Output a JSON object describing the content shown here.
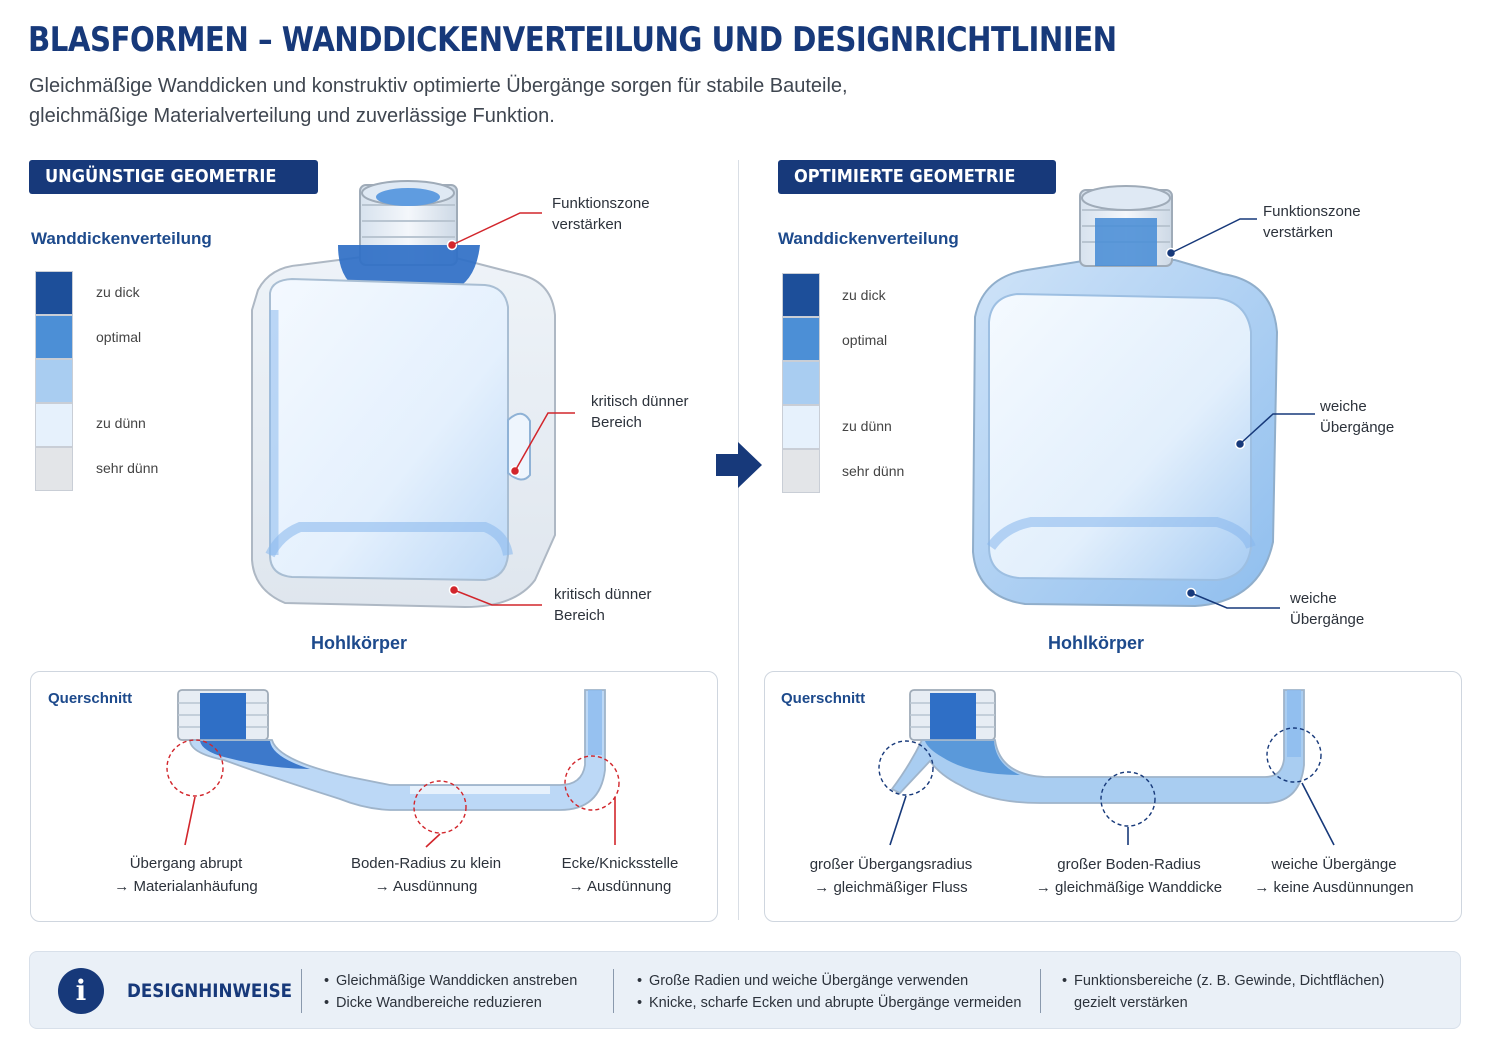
{
  "header": {
    "title": "BLASFORMEN – WANDDICKENVERTEILUNG UND DESIGNRICHTLINIEN",
    "subtitle_line1": "Gleichmäßige Wanddicken und konstruktiv optimierte Übergänge sorgen für stabile Bauteile,",
    "subtitle_line2": "gleichmäßige Materialverteilung und zuverlässige Funktion."
  },
  "left": {
    "badge": "UNGÜNSTIGE GEOMETRIE",
    "legend_title": "Wanddickenverteilung",
    "legend": [
      "zu dick",
      "optimal",
      "zu dünn",
      "sehr dünn"
    ],
    "callouts": {
      "top": [
        "Funktionszone",
        "verstärken"
      ],
      "mid": [
        "kritisch dünner",
        "Bereich"
      ],
      "bottom": [
        "kritisch dünner",
        "Bereich"
      ]
    },
    "caption": "Hohlkörper",
    "section": {
      "title": "Querschnitt",
      "labels": [
        [
          "Übergang abrupt",
          "→ Materialanhäufung"
        ],
        [
          "Boden-Radius zu klein",
          "→ Ausdünnung"
        ],
        [
          "Ecke/Knicksstelle",
          "→ Ausdünnung"
        ]
      ]
    }
  },
  "right": {
    "badge": "OPTIMIERTE GEOMETRIE",
    "legend_title": "Wanddickenverteilung",
    "legend": [
      "zu dick",
      "optimal",
      "zu dünn",
      "sehr dünn"
    ],
    "callouts": {
      "top": [
        "Funktionszone",
        "verstärken"
      ],
      "mid": [
        "weiche",
        "Übergänge"
      ],
      "bottom": [
        "weiche",
        "Übergänge"
      ]
    },
    "caption": "Hohlkörper",
    "section": {
      "title": "Querschnitt",
      "labels": [
        [
          "großer Übergangsradius",
          "→ gleichmäßiger Fluss"
        ],
        [
          "großer Boden-Radius",
          "→ gleichmäßige Wanddicke"
        ],
        [
          "weiche Übergänge",
          "→ keine Ausdünnungen"
        ]
      ]
    }
  },
  "footer": {
    "icon": "i",
    "title": "DESIGNHINWEISE",
    "col1": [
      "Gleichmäßige Wanddicken anstreben",
      "Dicke Wandbereiche reduzieren"
    ],
    "col2": [
      "Große Radien und weiche Übergänge verwenden",
      "Knicke, scharfe Ecken und abrupte Übergänge vermeiden"
    ],
    "col3": [
      "Funktionsbereiche (z. B. Gewinde, Dichtflächen)",
      "gezielt verstärken"
    ]
  },
  "colors": {
    "brand": "#17397a",
    "zu_dick": "#1d4f9a",
    "optimal": "#4c8fd6",
    "zu_duenn": "#a9cdf1",
    "sehr_duenn": "#e6f1fc",
    "grau": "#e3e5e8",
    "critical": "#d2262c"
  }
}
